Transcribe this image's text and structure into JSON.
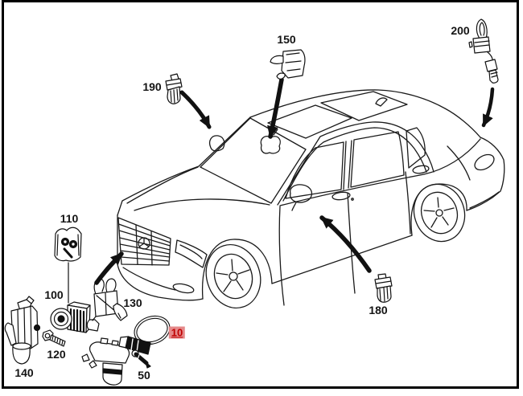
{
  "canvas": {
    "background": "#ffffff",
    "frame_color": "#000000"
  },
  "highlight": {
    "background": "#e5898a",
    "text_color": "#c00000"
  },
  "parts": {
    "p10": {
      "label": "10",
      "highlighted": true
    },
    "p50": {
      "label": "50",
      "highlighted": false
    },
    "p100": {
      "label": "100",
      "highlighted": false
    },
    "p110": {
      "label": "110",
      "highlighted": false
    },
    "p120": {
      "label": "120",
      "highlighted": false
    },
    "p130": {
      "label": "130",
      "highlighted": false
    },
    "p140": {
      "label": "140",
      "highlighted": false
    },
    "p150": {
      "label": "150",
      "highlighted": false
    },
    "p180": {
      "label": "180",
      "highlighted": false
    },
    "p190": {
      "label": "190",
      "highlighted": false
    },
    "p200": {
      "label": "200",
      "highlighted": false
    }
  }
}
